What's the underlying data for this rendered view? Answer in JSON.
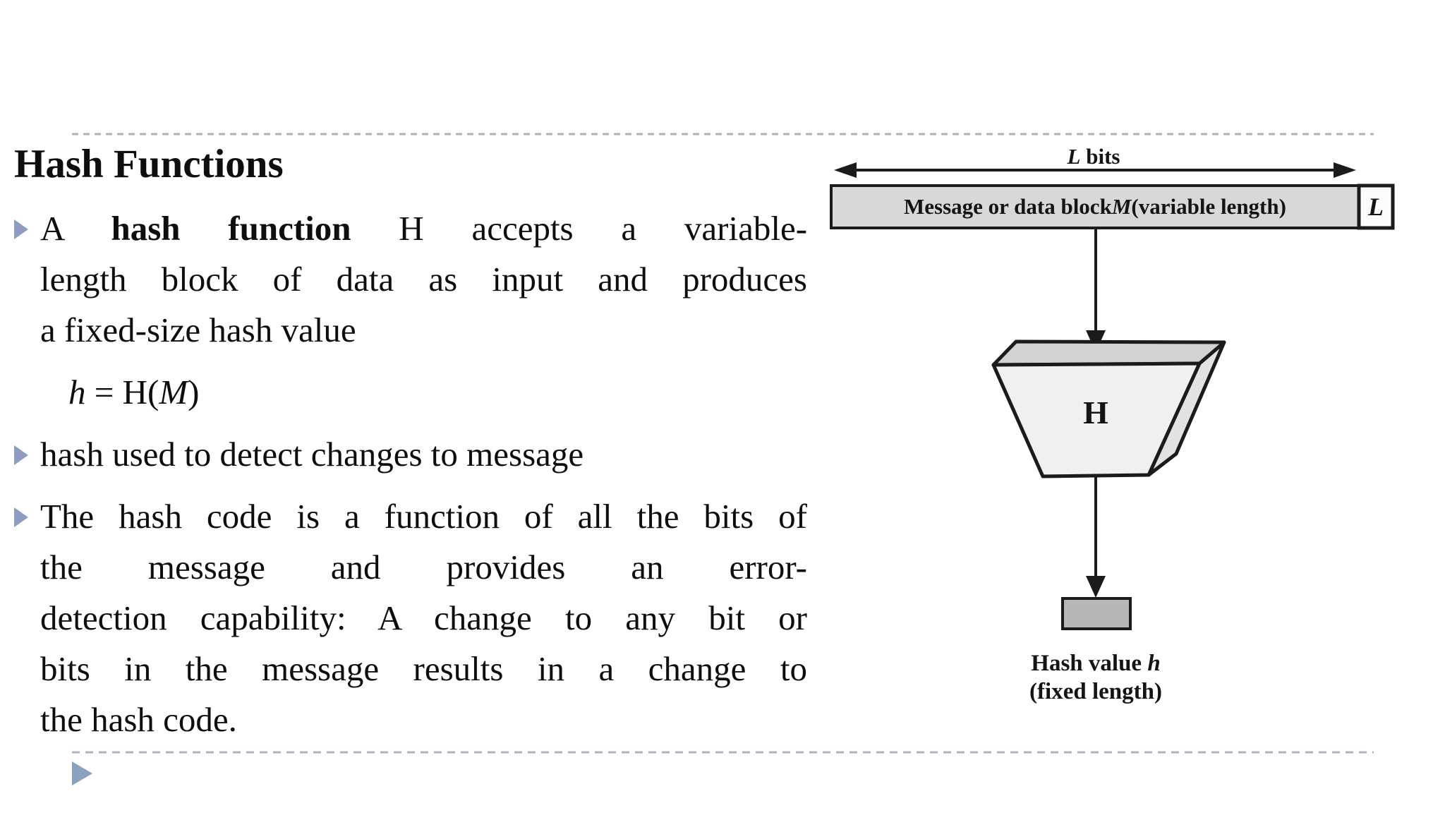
{
  "slide": {
    "title": "Hash Functions"
  },
  "content": {
    "blocks": [
      {
        "type": "bullet",
        "lines": [
          {
            "justify": true,
            "segments": [
              {
                "t": "A "
              },
              {
                "t": "hash function",
                "b": 1
              },
              {
                "t": " H accepts a variable-"
              }
            ]
          },
          {
            "justify": true,
            "segments": [
              {
                "t": "length block of data as input and produces"
              }
            ]
          },
          {
            "justify": false,
            "segments": [
              {
                "t": "a fixed-size hash value"
              }
            ]
          }
        ]
      },
      {
        "type": "formula",
        "lines": [
          {
            "justify": false,
            "segments": [
              {
                "t": "h",
                "i": 1
              },
              {
                "t": " = H("
              },
              {
                "t": "M",
                "i": 1
              },
              {
                "t": ")"
              }
            ]
          }
        ]
      },
      {
        "type": "bullet",
        "lines": [
          {
            "justify": false,
            "segments": [
              {
                "t": "hash used to detect changes to message"
              }
            ]
          }
        ]
      },
      {
        "type": "bullet",
        "lines": [
          {
            "justify": true,
            "segments": [
              {
                "t": "The hash code is a function of all the bits of"
              }
            ]
          },
          {
            "justify": true,
            "segments": [
              {
                "t": "the message and provides an error-"
              }
            ]
          },
          {
            "justify": true,
            "segments": [
              {
                "t": "detection capability: A change to any bit or"
              }
            ]
          },
          {
            "justify": true,
            "segments": [
              {
                "t": "bits in the message results in a change to"
              }
            ]
          },
          {
            "justify": false,
            "segments": [
              {
                "t": "the hash code."
              }
            ]
          }
        ]
      }
    ]
  },
  "diagram": {
    "l_bits": {
      "italic": "L",
      "rest": " bits"
    },
    "message_box": {
      "pre": "Message or data block ",
      "italic": "M",
      "post": " (variable length)"
    },
    "length_box": "L",
    "hash_function": "H",
    "hash_value": {
      "line1_pre": "Hash value ",
      "line1_italic": "h",
      "line2": "(fixed length)"
    }
  },
  "colors": {
    "text": "#0e0e0e",
    "bullet_triangle": "#8f9dc0",
    "footer_triangle": "#8ca1bd",
    "top_rule": "#b3b3b3",
    "bottom_rule": "#a9b5c7",
    "box_border": "#1b1b1b",
    "message_box_fill": "#d8d8d8",
    "length_box_fill": "#fcfcfc",
    "funnel_front_fill": "#f0f0f0",
    "funnel_top_fill": "#d2d2d2",
    "funnel_side_fill": "#e2e2e2",
    "hash_rect_fill": "#b7b7b7"
  }
}
